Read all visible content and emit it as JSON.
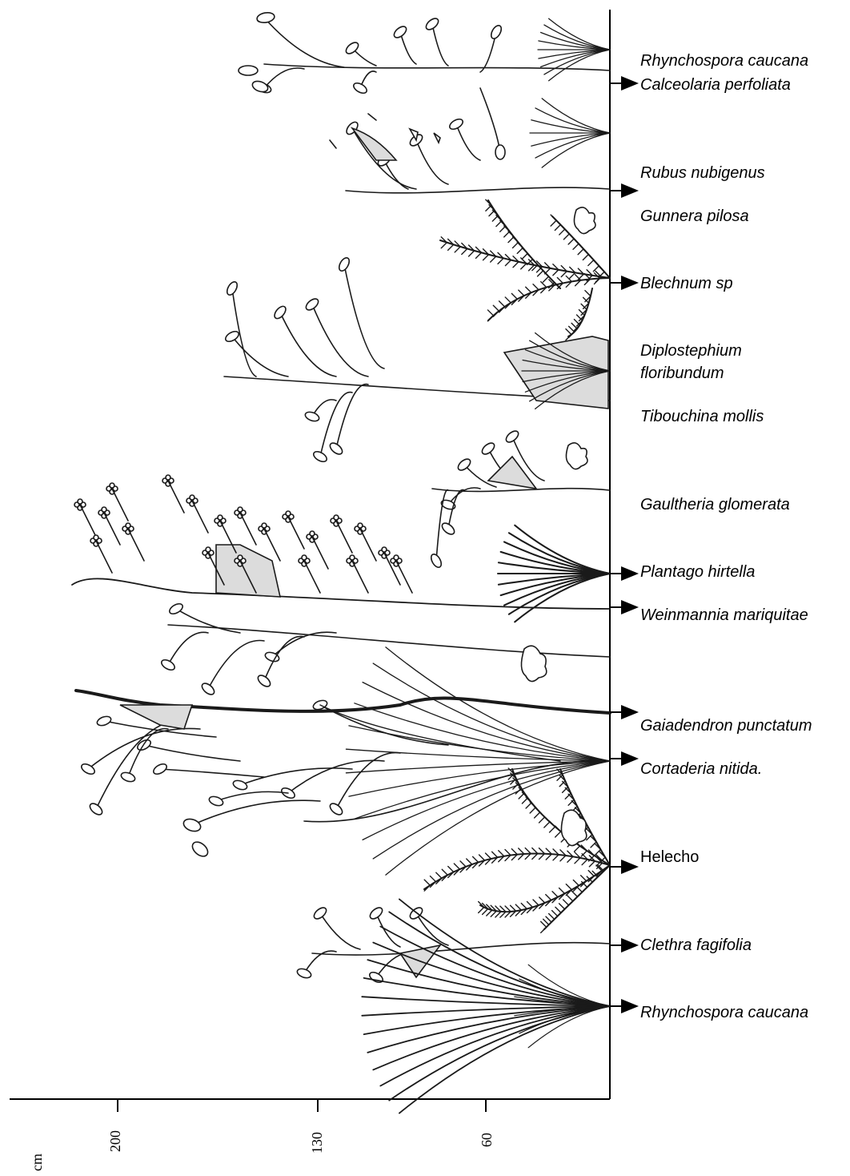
{
  "species": [
    {
      "id": "rhynchospora_top",
      "name": "Rhynchospora caucana",
      "italic": true,
      "arrow": false
    },
    {
      "id": "calceolaria",
      "name": "Calceolaria perfoliata",
      "italic": true,
      "arrow": true
    },
    {
      "id": "rubus",
      "name": "Rubus nubigenus",
      "italic": true,
      "arrow": true
    },
    {
      "id": "gunnera",
      "name": "Gunnera pilosa",
      "italic": true,
      "arrow": false
    },
    {
      "id": "blechnum",
      "name": "Blechnum sp",
      "italic": true,
      "arrow": true
    },
    {
      "id": "diplostephium_1",
      "name": "Diplostephium",
      "italic": true,
      "arrow": false
    },
    {
      "id": "diplostephium_2",
      "name": "floribundum",
      "italic": true,
      "arrow": false
    },
    {
      "id": "tibouchina",
      "name": "Tibouchina mollis",
      "italic": true,
      "arrow": false
    },
    {
      "id": "gaultheria",
      "name": "Gaultheria glomerata",
      "italic": true,
      "arrow": false
    },
    {
      "id": "plantago",
      "name": "Plantago hirtella",
      "italic": true,
      "arrow": true
    },
    {
      "id": "weinmannia",
      "name": "Weinmannia mariquitae",
      "italic": true,
      "arrow": true
    },
    {
      "id": "gaiadendron",
      "name": "Gaiadendron punctatum",
      "italic": true,
      "arrow": true
    },
    {
      "id": "cortaderia",
      "name": "Cortaderia nitida.",
      "italic": true,
      "arrow": true
    },
    {
      "id": "helecho",
      "name": "Helecho",
      "italic": false,
      "arrow": true
    },
    {
      "id": "clethra",
      "name": "Clethra fagifolia",
      "italic": true,
      "arrow": true
    },
    {
      "id": "rhynchospora_bottom",
      "name": "Rhynchospora caucana",
      "italic": true,
      "arrow": true
    }
  ],
  "axis": {
    "unit": "cm",
    "ticks": [
      "200",
      "130",
      "60"
    ]
  },
  "colors": {
    "ink": "#1a1a1a",
    "shade": "#dcdcdc"
  }
}
